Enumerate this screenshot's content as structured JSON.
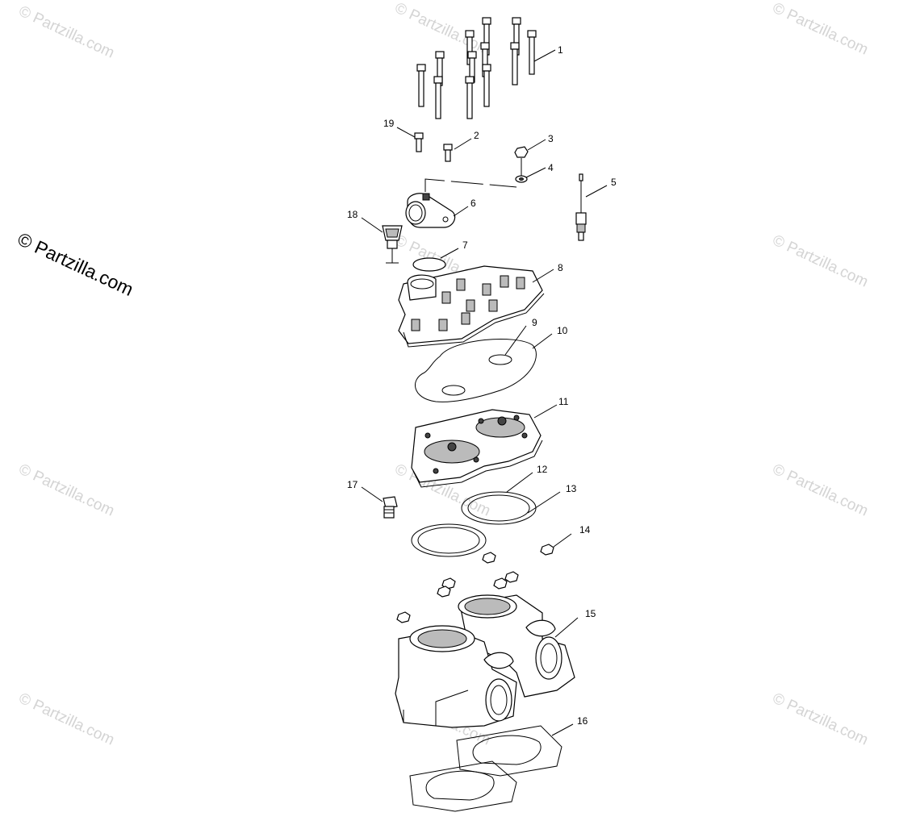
{
  "watermark": {
    "text": "© Partzilla.com",
    "main_text": "© Partzilla.com"
  },
  "callouts": [
    {
      "id": "1",
      "label": "1"
    },
    {
      "id": "2",
      "label": "2"
    },
    {
      "id": "3",
      "label": "3"
    },
    {
      "id": "4",
      "label": "4"
    },
    {
      "id": "5",
      "label": "5"
    },
    {
      "id": "6",
      "label": "6"
    },
    {
      "id": "7",
      "label": "7"
    },
    {
      "id": "8",
      "label": "8"
    },
    {
      "id": "9",
      "label": "9"
    },
    {
      "id": "10",
      "label": "10"
    },
    {
      "id": "11",
      "label": "11"
    },
    {
      "id": "12",
      "label": "12"
    },
    {
      "id": "13",
      "label": "13"
    },
    {
      "id": "14",
      "label": "14"
    },
    {
      "id": "15",
      "label": "15"
    },
    {
      "id": "16",
      "label": "16"
    },
    {
      "id": "17",
      "label": "17"
    },
    {
      "id": "18",
      "label": "18"
    },
    {
      "id": "19",
      "label": "19"
    }
  ],
  "colors": {
    "line": "#000000",
    "watermark": "#d4d4d4",
    "background": "#ffffff"
  }
}
